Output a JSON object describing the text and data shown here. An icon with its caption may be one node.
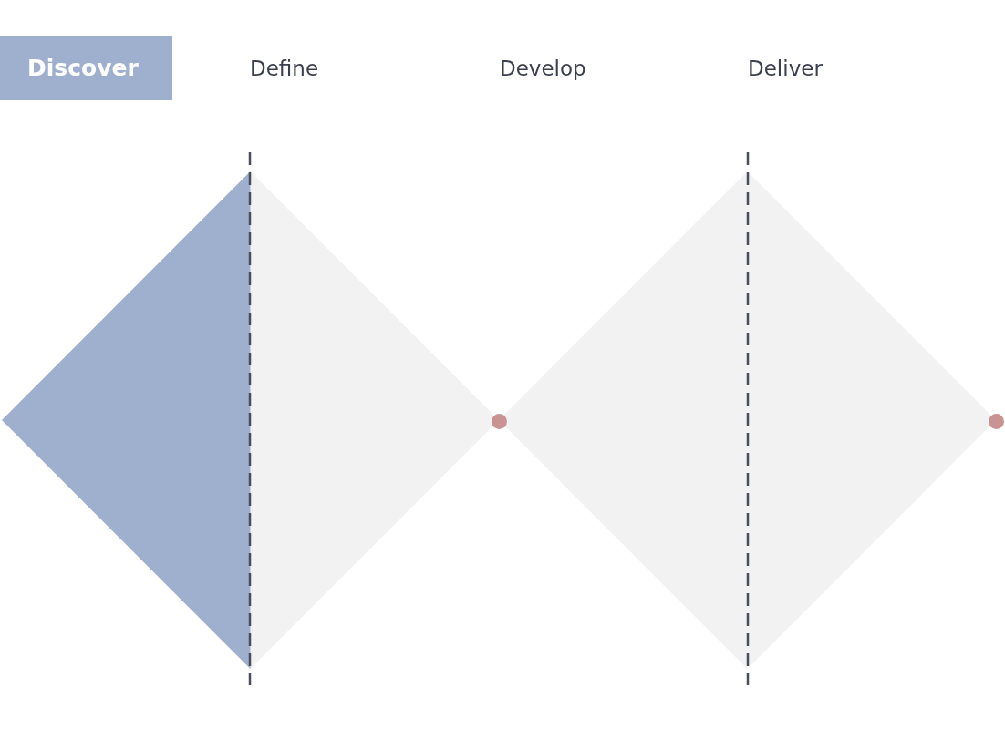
{
  "diagram": {
    "nodes": [
      {
        "text": [
          "Discover"
        ]
      },
      {
        "text": [],
        "shape": "diamond"
      },
      {
        "text": [],
        "shape": "diamond"
      }
    ],
    "labels": [
      "Define",
      "Develop",
      "Deliver"
    ]
  }
}
